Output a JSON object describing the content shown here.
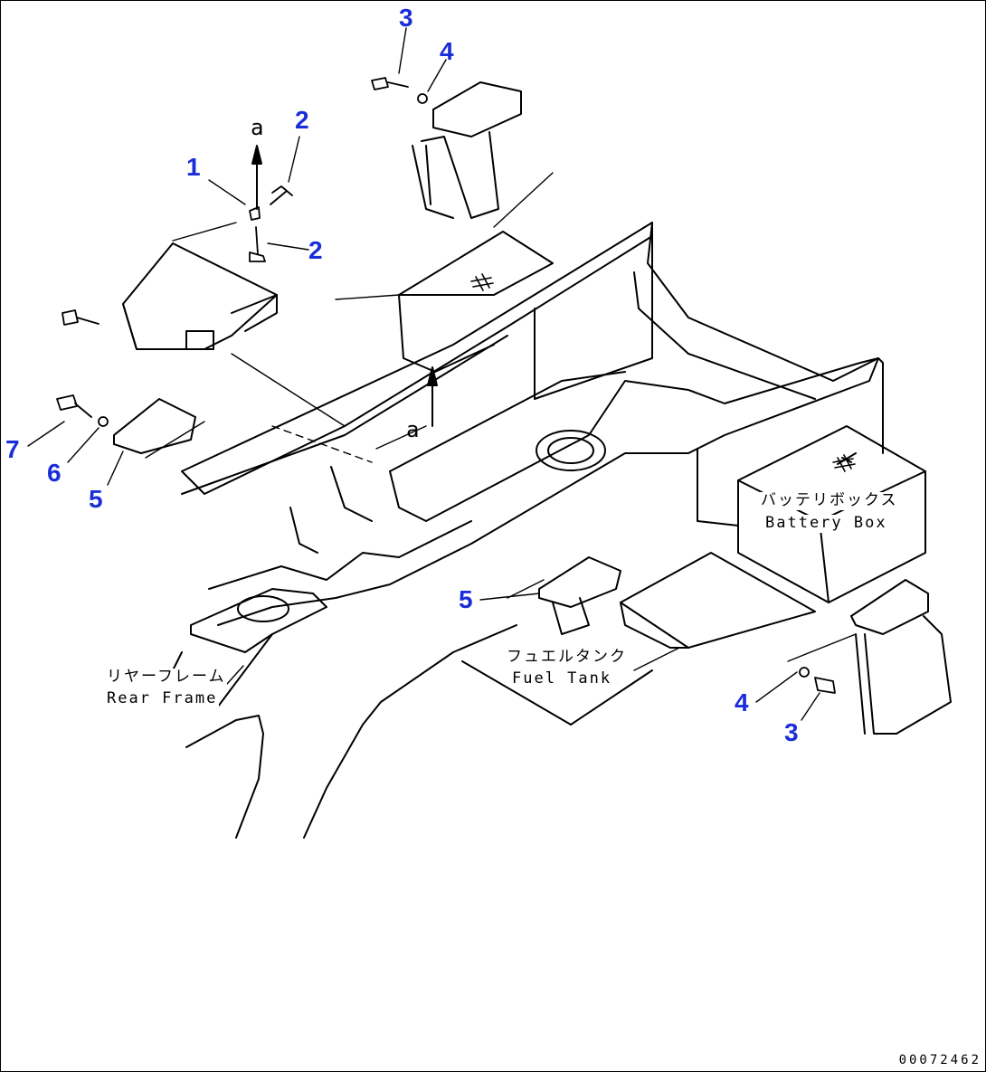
{
  "callouts": {
    "c1": "1",
    "c2a": "2",
    "c2b": "2",
    "c3a": "3",
    "c4a": "4",
    "c7": "7",
    "c6": "6",
    "c5a": "5",
    "c5b": "5",
    "c4b": "4",
    "c3b": "3"
  },
  "labels": {
    "battery_box_jp": "バッテリボックス",
    "battery_box_en": "Battery Box",
    "fuel_tank_jp": "フュエルタンク",
    "fuel_tank_en": "Fuel Tank",
    "rear_frame_jp": "リヤーフレーム",
    "rear_frame_en": "Rear Frame"
  },
  "arrow_marks": {
    "upper": "a",
    "lower": "a"
  },
  "drawing_number": "00072462",
  "colors": {
    "callout": "#1a2ed8",
    "line": "#000000",
    "background": "#ffffff"
  }
}
